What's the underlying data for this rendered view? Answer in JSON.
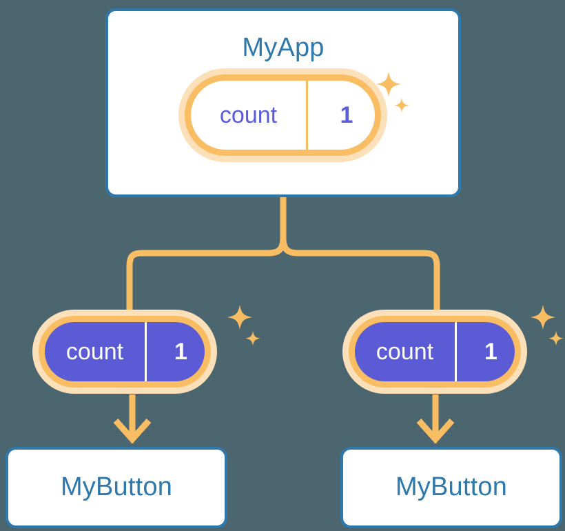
{
  "diagram": {
    "title_text": "MyApp",
    "background_color": "#4c666f",
    "accent_blue": "#2f78ac",
    "accent_orange": "#f9bd63",
    "accent_orange_light": "#fbe0b9",
    "accent_purple": "#5b5bd6"
  },
  "nodes": {
    "root": {
      "label": "MyApp",
      "state": {
        "key": "count",
        "value": "1"
      }
    },
    "children": [
      {
        "label": "MyButton",
        "state": {
          "key": "count",
          "value": "1"
        }
      },
      {
        "label": "MyButton",
        "state": {
          "key": "count",
          "value": "1"
        }
      }
    ]
  },
  "icons": {
    "sparkle_large": "sparkle-icon",
    "sparkle_small": "sparkle-small-icon",
    "arrow_down": "arrow-down-icon",
    "branch": "branch-connector-icon"
  }
}
